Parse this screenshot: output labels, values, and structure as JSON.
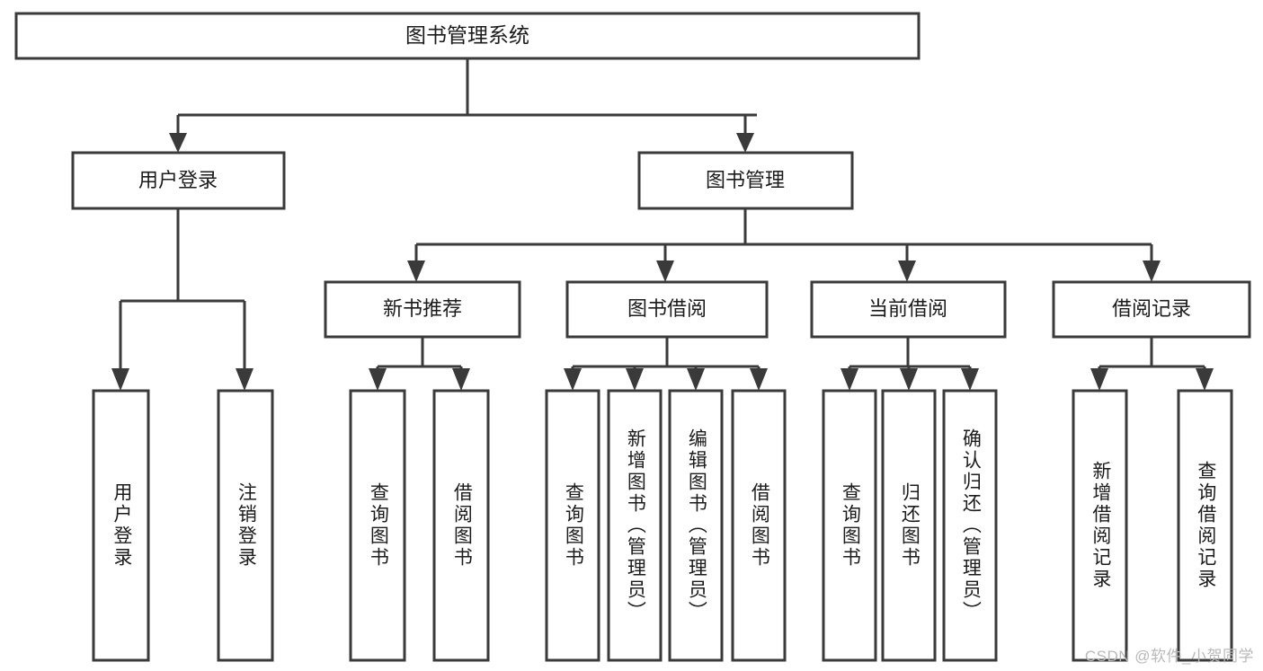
{
  "diagram": {
    "type": "tree",
    "title": "图书管理系统",
    "watermark": "CSDN @软件_小贺同学",
    "colors": {
      "stroke": "#3a3a3a",
      "fill": "#ffffff",
      "text": "#1b1b1b",
      "watermark": "#b9b9b9"
    },
    "root": {
      "label": "图书管理系统"
    },
    "level2": [
      {
        "label": "用户登录"
      },
      {
        "label": "图书管理"
      }
    ],
    "level3": [
      {
        "label": "新书推荐"
      },
      {
        "label": "图书借阅"
      },
      {
        "label": "当前借阅"
      },
      {
        "label": "借阅记录"
      }
    ],
    "leaves": {
      "user_login": [
        {
          "label": "用户登录"
        },
        {
          "label": "注销登录"
        }
      ],
      "new_book": [
        {
          "label": "查询图书"
        },
        {
          "label": "借阅图书"
        }
      ],
      "book_borrow": [
        {
          "label": "查询图书"
        },
        {
          "label": "新增图书（管理员）"
        },
        {
          "label": "编辑图书（管理员）"
        },
        {
          "label": "借阅图书"
        }
      ],
      "current_borrow": [
        {
          "label": "查询图书"
        },
        {
          "label": "归还图书"
        },
        {
          "label": "确认归还（管理员）"
        }
      ],
      "borrow_record": [
        {
          "label": "新增借阅记录"
        },
        {
          "label": "查询借阅记录"
        }
      ]
    }
  }
}
